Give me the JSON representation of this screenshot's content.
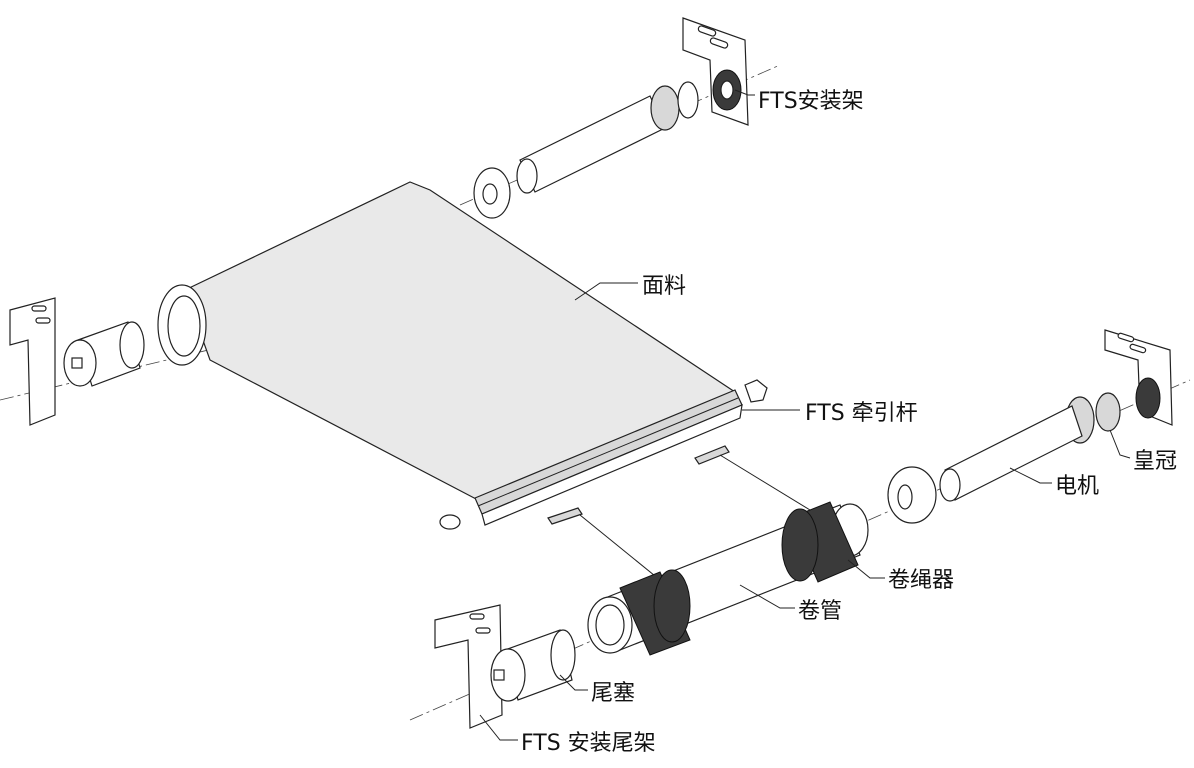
{
  "labels": {
    "top_bracket": "FTS安装架",
    "fabric": "面料",
    "pull_bar": "FTS 牵引杆",
    "crown": "皇冠",
    "motor": "电机",
    "cord_winder": "卷绳器",
    "roller_tube": "卷管",
    "end_plug": "尾塞",
    "tail_bracket": "FTS 安装尾架"
  }
}
